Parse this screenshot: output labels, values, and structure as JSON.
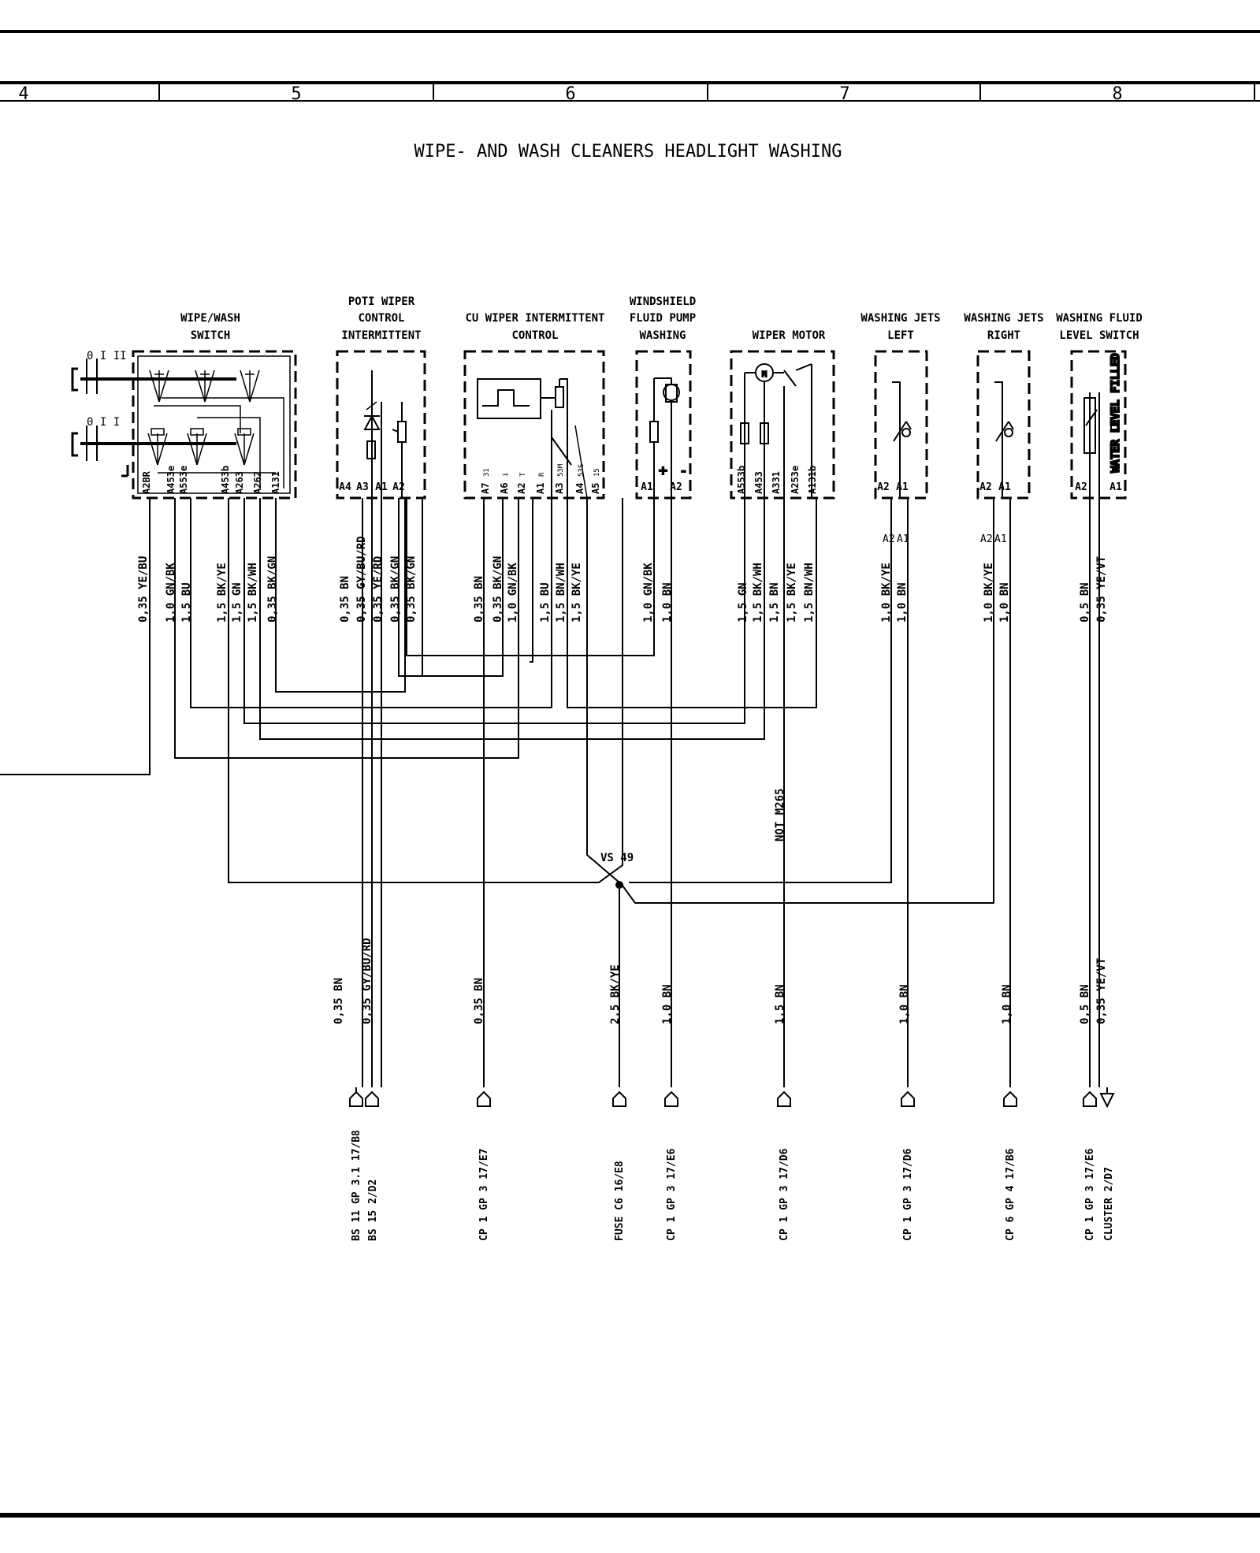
{
  "title": "WIPE- AND WASH CLEANERS HEADLIGHT WASHING",
  "columns": [
    "4",
    "5",
    "6",
    "7",
    "8"
  ],
  "components": [
    {
      "id": "wipe-wash-switch",
      "lines": [
        "WIPE/WASH",
        "SWITCH"
      ],
      "pins": [
        "A2BR",
        "A453e",
        "A553e",
        "A453b",
        "A263",
        "A262",
        "A131"
      ]
    },
    {
      "id": "poti-wiper",
      "lines": [
        "POTI WIPER",
        "CONTROL",
        "INTERMITTENT"
      ],
      "pins": [
        "A4",
        "A3",
        "A1",
        "A2"
      ]
    },
    {
      "id": "cu-wiper",
      "lines": [
        "CU WIPER INTERMITTENT",
        "CONTROL"
      ],
      "pins": [
        "A7",
        "A6",
        "A2",
        "A1",
        "A3",
        "A4",
        "A5"
      ],
      "subpins": [
        "31",
        "i",
        "T",
        "R",
        "53M",
        "53S",
        "15"
      ]
    },
    {
      "id": "fluid-pump",
      "lines": [
        "WINDSHIELD",
        "FLUID PUMP",
        "WASHING"
      ],
      "pins": [
        "A1",
        "A2"
      ]
    },
    {
      "id": "wiper-motor",
      "lines": [
        "WIPER MOTOR"
      ],
      "pins": [
        "A553b",
        "A453",
        "A331",
        "A253e",
        "A131b"
      ]
    },
    {
      "id": "jets-left",
      "lines": [
        "WASHING JETS",
        "LEFT"
      ],
      "pins": [
        "A2",
        "A1"
      ]
    },
    {
      "id": "jets-right",
      "lines": [
        "WASHING JETS",
        "RIGHT"
      ],
      "pins": [
        "A2",
        "A1"
      ]
    },
    {
      "id": "fluid-level",
      "lines": [
        "WASHING FLUID",
        "LEVEL SWITCH"
      ],
      "pins": [
        "A2",
        "A1"
      ],
      "side_label": "WATER LEVEL FILLED"
    }
  ],
  "switch_labels": [
    "0 I II",
    "0 I I"
  ],
  "wire_labels_upper": [
    "0,35 YE/BU",
    "1,0  GN/BK",
    "1,5  BU",
    "1,5  BK/YE",
    "1,5  GN",
    "1,5  BK/WH",
    "0,35 BK/GN",
    "0,35 BN",
    "0,35 GY/BU/RD",
    "0,35 YE/RD",
    "0,35 BK/GN",
    "0,35 BK/GN",
    "0,35 BN",
    "0,35 BK/GN",
    "1,0  GN/BK",
    "1,5  BU",
    "1,5  BN/WH",
    "1,5  BK/YE",
    "1,0  GN/BK",
    "1,0  BN",
    "1,5  GN",
    "1,5  BK/WH",
    "1,5  BN",
    "1,5  BK/YE",
    "1,5  BN/WH",
    "1,0  BK/YE",
    "1,0  BN",
    "1,0  BK/YE",
    "1,0  BN",
    "0,5  BN",
    "0,35 YE/VT"
  ],
  "connector_pins_jets": [
    "A2",
    "A1"
  ],
  "splice_label": "VS 49",
  "not_label": "NOT M265",
  "wire_labels_lower": [
    "0,35 BN",
    "0,35 GY/BU/RD",
    "0,35 BN",
    "2,5  BK/YE",
    "1,0  BN",
    "1,5  BN",
    "1,0  BN",
    "1,0  BN",
    "0,5  BN",
    "0,35 YE/VT"
  ],
  "ground_labels": [
    "BS 11 GP 3.1  17/B8",
    "BS 15     2/D2",
    "CP 1 GP 3  17/E7",
    "FUSE C6    16/E8",
    "CP 1 GP 3  17/E6",
    "CP 1 GP 3  17/D6",
    "CP 1 GP 3  17/D6",
    "CP 6 GP 4  17/B6",
    "CP 1 GP 3  17/E6",
    "CLUSTER   2/D7"
  ]
}
